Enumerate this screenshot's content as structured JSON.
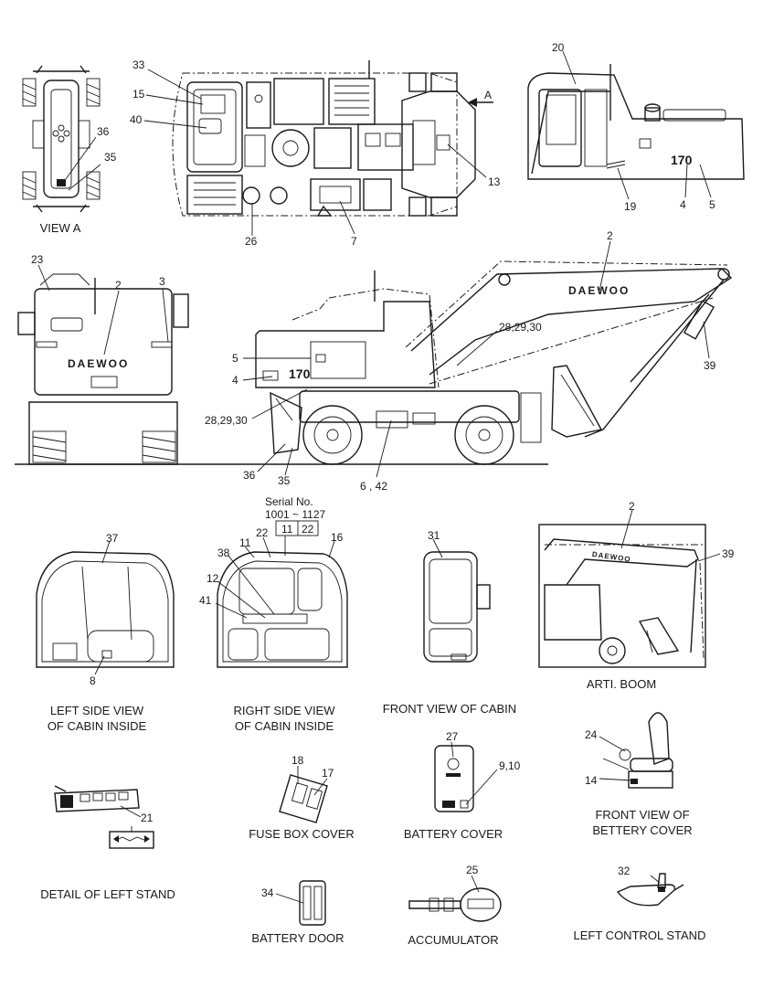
{
  "colors": {
    "ink": "#1a1a1a",
    "paper": "#ffffff"
  },
  "captions": {
    "view_a": "VIEW A",
    "arrow_a": "A",
    "left_side_cabin_1": "LEFT SIDE VIEW",
    "left_side_cabin_2": "OF CABIN INSIDE",
    "right_side_cabin_1": "RIGHT SIDE VIEW",
    "right_side_cabin_2": "OF CABIN INSIDE",
    "front_cabin": "FRONT VIEW OF CABIN",
    "arti_boom": "ARTI. BOOM",
    "fuse_box": "FUSE BOX COVER",
    "battery_cover": "BATTERY COVER",
    "front_battery_1": "FRONT VIEW OF",
    "front_battery_2": "BETTERY COVER",
    "left_stand_detail": "DETAIL OF LEFT STAND",
    "battery_door": "BATTERY DOOR",
    "accumulator": "ACCUMULATOR",
    "left_control_stand": "LEFT CONTROL STAND"
  },
  "serial": {
    "title": "Serial No.",
    "range": "1001 ~ 1127",
    "box_a": "11",
    "box_b": "22"
  },
  "brand_text": "DAEWOO",
  "model_text": "170",
  "callouts": {
    "n33": "33",
    "n15": "15",
    "n40": "40",
    "n36a": "36",
    "n35a": "35",
    "n26": "26",
    "n7": "7",
    "n13": "13",
    "n20": "20",
    "n19": "19",
    "n4a": "4",
    "n5a": "5",
    "n23": "23",
    "n2a": "2",
    "n3": "3",
    "n2b": "2",
    "n5b": "5",
    "n4b": "4",
    "n28a": "28,29,30",
    "n28b": "28,29,30",
    "n39a": "39",
    "n36b": "36",
    "n35b": "35",
    "n642": "6 , 42",
    "n37": "37",
    "n8": "8",
    "n22": "22",
    "n11": "11",
    "n16": "16",
    "n38": "38",
    "n12": "12",
    "n41": "41",
    "n31": "31",
    "n2c": "2",
    "n39b": "39",
    "n18": "18",
    "n17": "17",
    "n27": "27",
    "n910": "9,10",
    "n24": "24",
    "n14": "14",
    "n21": "21",
    "n34": "34",
    "n25": "25",
    "n32": "32"
  }
}
